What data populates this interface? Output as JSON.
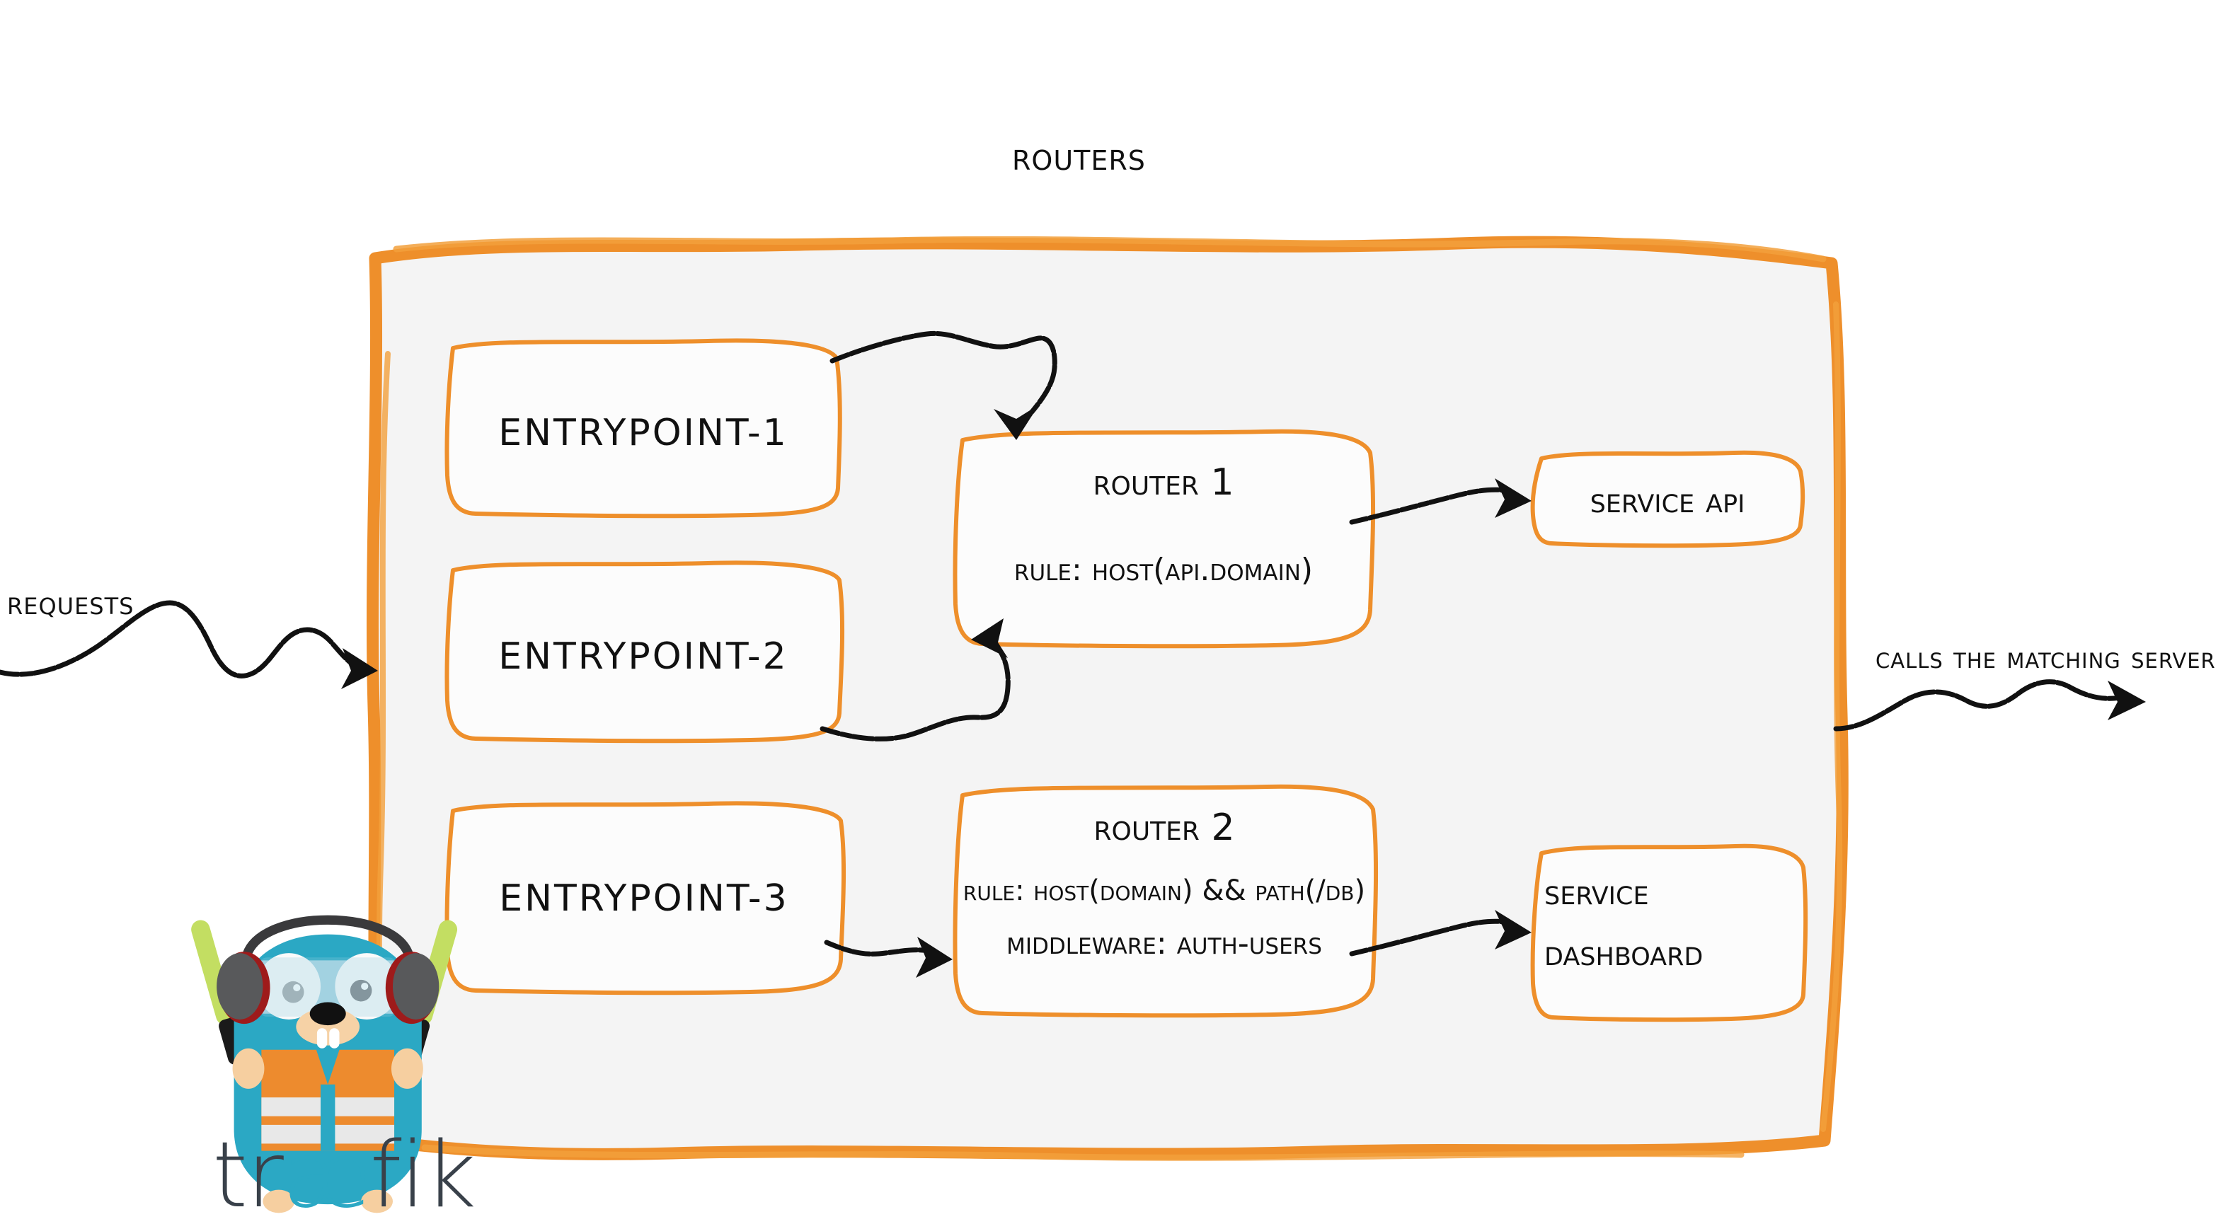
{
  "diagram": {
    "title": "Routers",
    "brand": "traefik",
    "colors": {
      "orange": "#EE8F2B",
      "orange_soft": "#F2A03C",
      "panel_fill": "#F4F4F4",
      "box_fill": "#FCFCFC",
      "ink": "#111111",
      "gopher_body": "#2BA8C4",
      "gopher_vest": "#ED8B2E",
      "gopher_stripe": "#E8E8E8",
      "gopher_paw": "#F6CFA0",
      "headphone_gray": "#58595B",
      "headphone_red": "#9E1B1B",
      "wand_green": "#C3DE62",
      "wordmark_dark": "#39414A",
      "wordmark_accent": "#2BA8C4"
    },
    "left_flow": {
      "label": "Requests",
      "arrow": "wavy-arrow-right"
    },
    "right_flow": {
      "label": "Calls the matching server",
      "arrow": "wavy-arrow-right"
    },
    "entrypoints": [
      {
        "label": "entrypoint-1"
      },
      {
        "label": "entrypoint-2"
      },
      {
        "label": "entrypoint-3"
      }
    ],
    "routers": [
      {
        "title": "Router 1",
        "lines": [
          {
            "text": "rule: Host(api.domain)",
            "size": "normal"
          }
        ]
      },
      {
        "title": "Router 2",
        "lines": [
          {
            "text": "rule: Host(domain) && Path(/db)",
            "size": "small"
          },
          {
            "text": "Middleware: auth-users",
            "size": "normal"
          }
        ]
      }
    ],
    "services": [
      {
        "lines": [
          "Service API"
        ]
      },
      {
        "lines": [
          "Service",
          "Dashboard"
        ]
      }
    ],
    "connections": [
      {
        "from": "entrypoint-1",
        "to": "Router 1"
      },
      {
        "from": "entrypoint-2",
        "to": "Router 1"
      },
      {
        "from": "entrypoint-3",
        "to": "Router 2"
      },
      {
        "from": "Router 1",
        "to": "Service API"
      },
      {
        "from": "Router 2",
        "to": "Service Dashboard"
      }
    ]
  }
}
